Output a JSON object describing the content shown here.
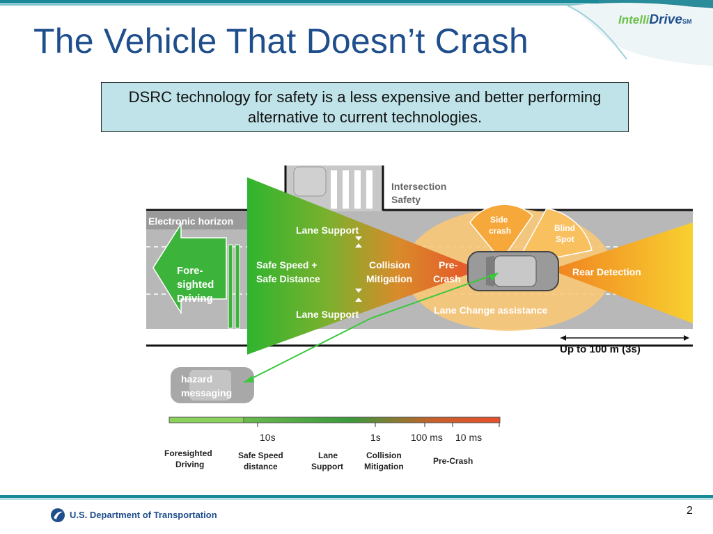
{
  "slide": {
    "title": "The Vehicle That Doesn’t Crash",
    "callout": "DSRC technology for safety is a less expensive and better performing alternative to current technologies.",
    "brand": {
      "part1": "Intelli",
      "part2": "Drive",
      "tm": "SM"
    },
    "footer": "U.S. Department of Transportation",
    "page_number": "2"
  },
  "diagram": {
    "intersection_safety": [
      "Intersection",
      "Safety"
    ],
    "electronic_horizon": "Electronic horizon",
    "foresighted_driving": [
      "Fore-",
      "sighted",
      "Driving"
    ],
    "lane_support_top": "Lane Support",
    "lane_support_bottom": "Lane Support",
    "safe_speed": [
      "Safe Speed +",
      "Safe Distance"
    ],
    "collision_mitigation": [
      "Collision",
      "Mitigation"
    ],
    "pre_crash": [
      "Pre-",
      "Crash"
    ],
    "side_crash": [
      "Side",
      "crash"
    ],
    "blind_spot": [
      "Blind",
      "Spot"
    ],
    "rear_detection": "Rear Detection",
    "lane_change": "Lane Change assistance",
    "range": "Up to 100 m (3s)",
    "hazard": [
      "hazard",
      "messaging"
    ],
    "timeline_ticks": [
      "10s",
      "1s",
      "100 ms",
      "10 ms"
    ],
    "timeline_labels": {
      "foresighted": [
        "Foresighted",
        "Driving"
      ],
      "safe_speed": [
        "Safe Speed",
        "distance"
      ],
      "lane_support": [
        "Lane",
        "Support"
      ],
      "collision": [
        "Collision",
        "Mitigation"
      ],
      "pre_crash": "Pre-Crash"
    },
    "colors": {
      "green": "#3cb43c",
      "orange": "#e86a2a",
      "yellow": "#f7c83c",
      "road": "#b8b8b8"
    }
  }
}
